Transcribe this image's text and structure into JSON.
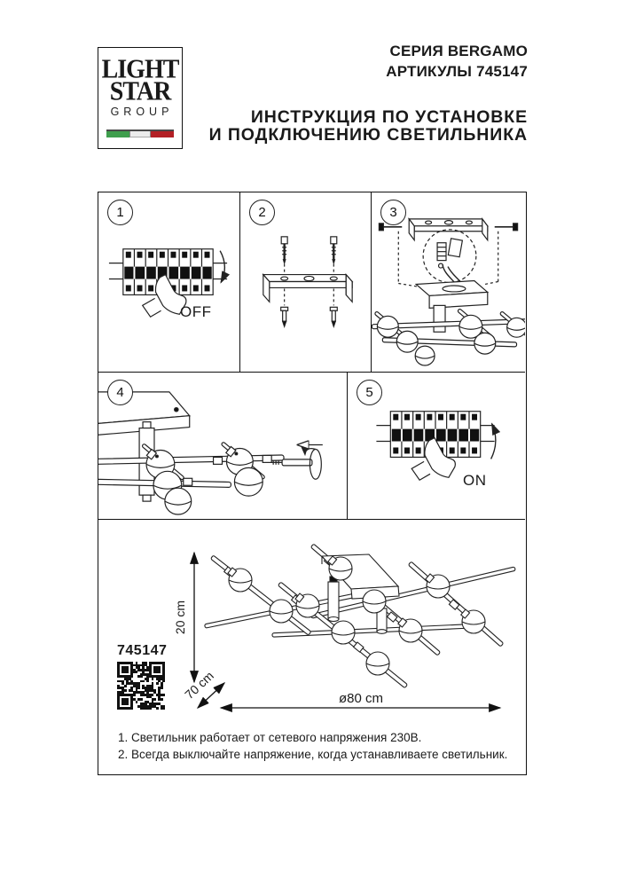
{
  "logo": {
    "line1": "LIGHT",
    "line2": "STAR",
    "line3": "GROUP"
  },
  "header": {
    "series_line": "СЕРИЯ BERGAMO",
    "article_line": "АРТИКУЛЫ 745147",
    "title_line1": "ИНСТРУКЦИЯ ПО УСТАНОВКЕ",
    "title_line2": "И ПОДКЛЮЧЕНИЮ СВЕТИЛЬНИКА"
  },
  "steps": [
    {
      "number": "1",
      "label": "OFF"
    },
    {
      "number": "2"
    },
    {
      "number": "3"
    },
    {
      "number": "4"
    },
    {
      "number": "5",
      "label": "ON"
    }
  ],
  "diagram": {
    "article": "745147",
    "height_label": "20 cm",
    "depth_label": "70 cm",
    "diameter_label": "ø80 cm"
  },
  "notes": [
    "1. Светильник работает от сетевого напряжения 230В.",
    "2. Всегда выключайте напряжение, когда устанавливаете светильник."
  ],
  "colors": {
    "flag_green": "#3f9e4d",
    "flag_white": "#ececec",
    "flag_red": "#b32025",
    "ink": "#111111"
  }
}
